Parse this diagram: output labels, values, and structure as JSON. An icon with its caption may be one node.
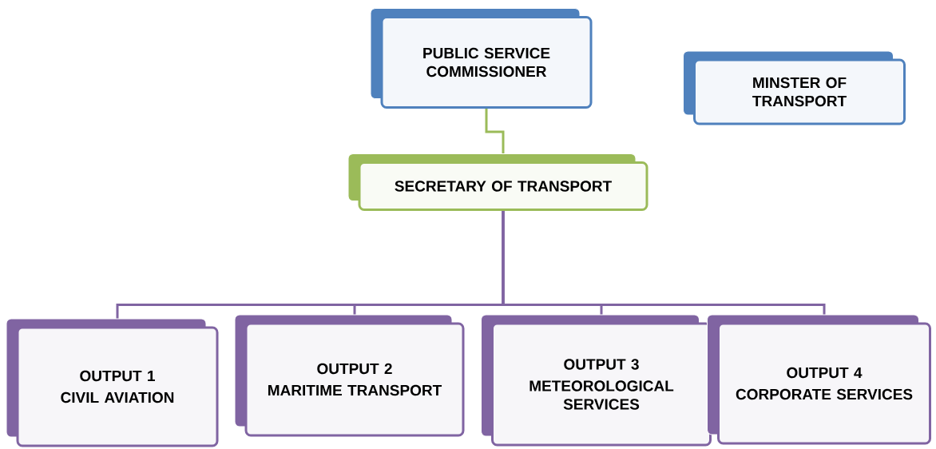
{
  "diagram": {
    "nodes": [
      {
        "text": [
          "PUBLIC SERVICE COMMISSIONER"
        ]
      },
      {
        "text": [
          "MINSTER OF TRANSPORT"
        ]
      },
      {
        "text": [
          "SECRETARY OF TRANSPORT"
        ]
      },
      {
        "text": [
          "OUTPUT 1",
          "CIVIL AVIATION"
        ]
      },
      {
        "text": [
          "OUTPUT 2",
          "MARITIME TRANSPORT"
        ]
      },
      {
        "text": [
          "OUTPUT 3",
          "METEOROLOGICAL SERVICES"
        ]
      },
      {
        "text": [
          "OUTPUT 4",
          "CORPORATE SERVICES"
        ]
      }
    ],
    "edges": [
      {
        "from": 0,
        "to": 2,
        "arrow": "none",
        "color": "#9bbb59"
      },
      {
        "from": 2,
        "to": 3,
        "arrow": "none"
      },
      {
        "from": 2,
        "to": 4,
        "arrow": "none"
      },
      {
        "from": 2,
        "to": 5,
        "arrow": "none"
      },
      {
        "from": 2,
        "to": 6,
        "arrow": "none"
      }
    ]
  }
}
